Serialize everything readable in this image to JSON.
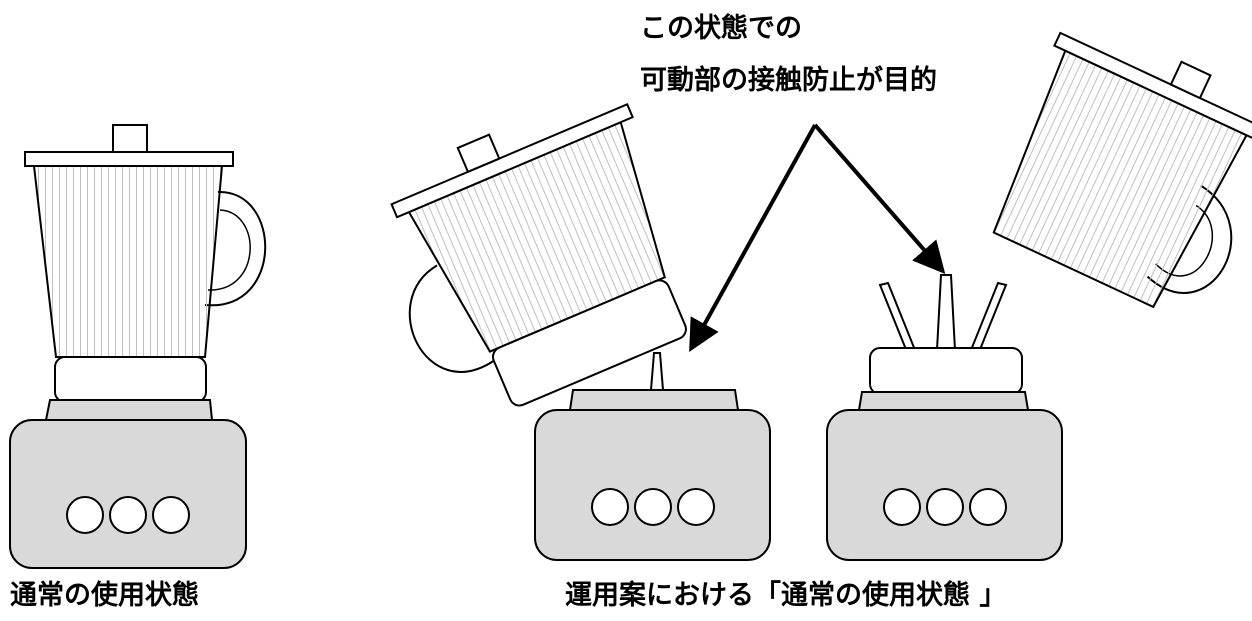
{
  "annotation": {
    "line1": "この状態での",
    "line2": "可動部の接触防止が目的"
  },
  "captions": {
    "normal_use": "通常の使用状態",
    "proposal_use": "運用案における「通常の使用状態 」"
  },
  "colors": {
    "outline": "#000000",
    "base_fill": "#d9d9d9",
    "collar_fill": "#ffffff",
    "jar_stripe": "#bfbfbf",
    "background": "#ffffff"
  },
  "icons": {
    "button": "circle-button-icon",
    "jar_ribs": "vertical-stripe-pattern"
  }
}
